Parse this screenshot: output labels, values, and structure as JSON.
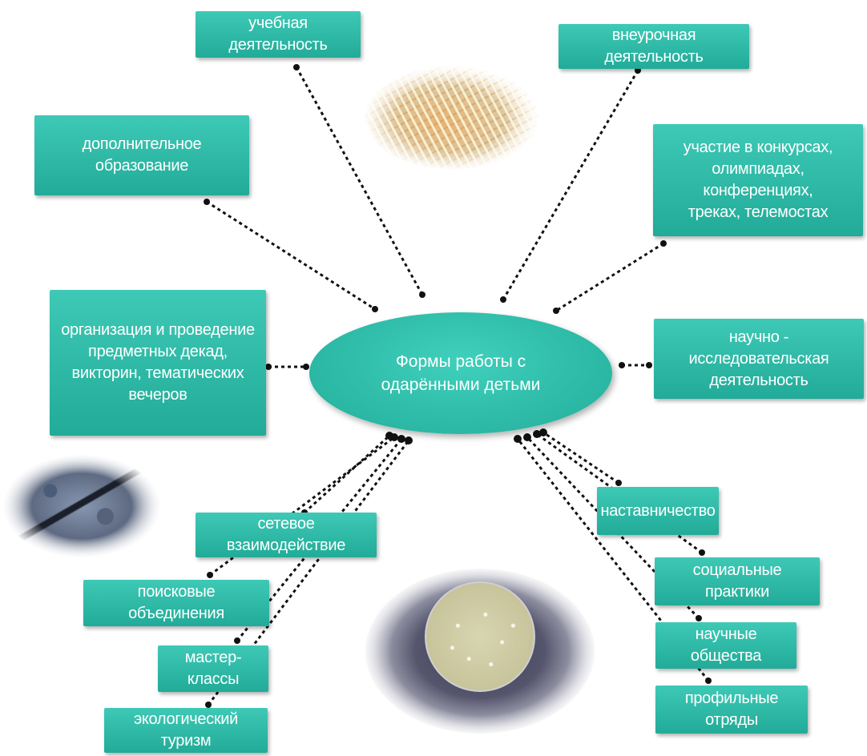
{
  "diagram": {
    "center": "Формы работы с\nодарёнными детьми",
    "nodes": {
      "study": "учебная деятельность",
      "extracurricular": "внеурочная деятельность",
      "additional_education": "дополнительное\nобразование",
      "competitions": "участие в конкурсах,\nолимпиадах, конференциях,\nтреках, телемостах",
      "events": "организация и проведение\nпредметных декад,\nвикторин, тематических\nвечеров",
      "research": "научно - исследовательская\nдеятельность",
      "network": "сетевое взаимодействие",
      "search_groups": "поисковые объединения",
      "master_classes": "мастер-классы",
      "eco_tourism": "экологический туризм",
      "mentoring": "наставничество",
      "social_practice": "социальные практики",
      "science_societies": "научные общества",
      "profile_squads": "профильные отряды"
    },
    "colors": {
      "node_fill": "#2ab8a4",
      "connector": "#111111"
    }
  }
}
